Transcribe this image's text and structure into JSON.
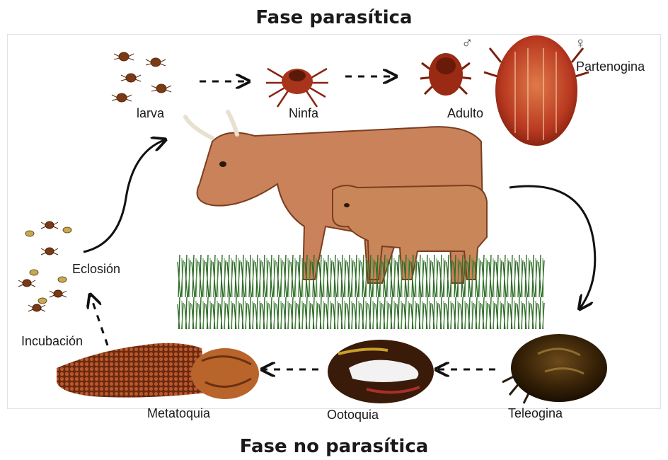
{
  "titles": {
    "top": "Fase parasítica",
    "bottom": "Fase no parasítica"
  },
  "stages": {
    "larva": "larva",
    "ninfa": "Ninfa",
    "adulto": "Adulto",
    "partenogina": "Partenogina",
    "teleogina": "Teleogina",
    "ootoquia": "Ootoquia",
    "metatoquia": "Metatoquia",
    "incubacion": "Incubación",
    "eclosion": "Eclosión"
  },
  "symbols": {
    "male": "♂",
    "female": "♀"
  },
  "colors": {
    "cow": "#c9825a",
    "cow_dark": "#8a4b2c",
    "grass": "#2f6b2a",
    "tick_red": "#a8341c",
    "tick_dark": "#2a1a08",
    "eggs": "#8b3a1a"
  }
}
